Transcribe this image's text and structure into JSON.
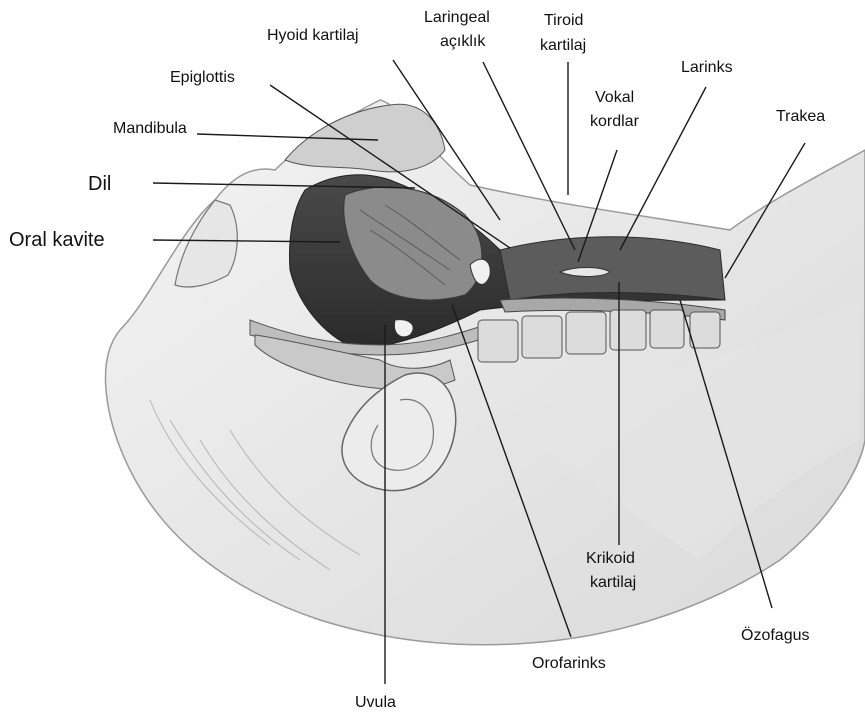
{
  "labels": {
    "hyoid": "Hyoid kartilaj",
    "laringeal_1": "Laringeal",
    "laringeal_2": "açıklık",
    "tiroid_1": "Tiroid",
    "tiroid_2": "kartilaj",
    "larinks": "Larinks",
    "epiglottis": "Epiglottis",
    "vokal_1": "Vokal",
    "vokal_2": "kordlar",
    "trakea": "Trakea",
    "mandibula": "Mandibula",
    "dil": "Dil",
    "oral_kavite": "Oral kavite",
    "krikoid_1": "Krikoid",
    "krikoid_2": "kartilaj",
    "ozofagus": "Özofagus",
    "orofarinks": "Orofarinks",
    "uvula": "Uvula"
  }
}
